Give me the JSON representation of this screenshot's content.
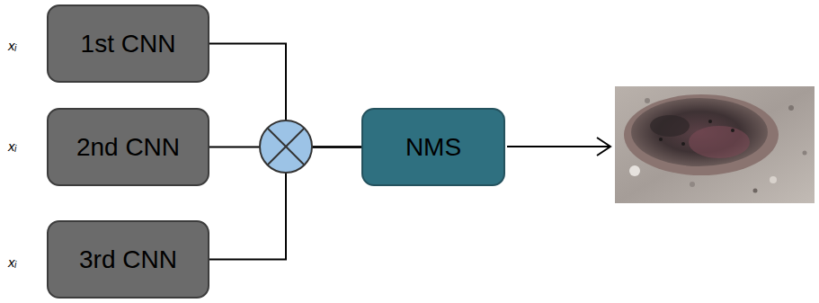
{
  "diagram": {
    "nodes": [
      {
        "text": [
          "1st CNN"
        ]
      },
      {
        "text": [
          "2nd CNN"
        ]
      },
      {
        "text": [
          "3rd CNN"
        ]
      },
      {
        "text": [
          "NMS"
        ]
      }
    ],
    "edges": [
      {
        "from": 0,
        "to": 3,
        "arrow": "none"
      },
      {
        "from": 1,
        "to": 3,
        "arrow": "none"
      },
      {
        "from": 2,
        "to": 3,
        "arrow": "none"
      }
    ],
    "labels": [
      "xᵢ",
      "xᵢ",
      "xᵢ"
    ]
  }
}
